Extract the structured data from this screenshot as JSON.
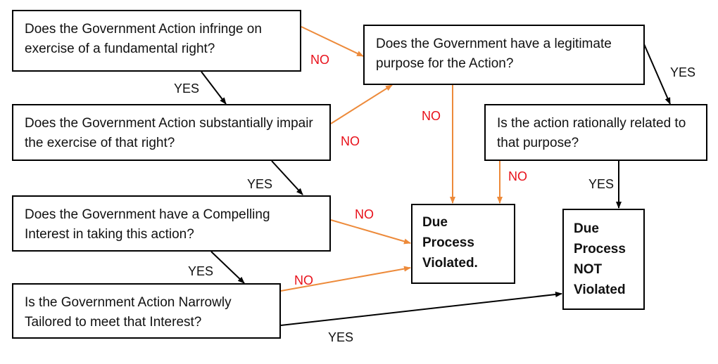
{
  "questions": {
    "q1": "Does the Government Action infringe on exercise of a fundamental right?",
    "q2": "Does the Government Action substantially impair the exercise of that right?",
    "q3": "Does the Government have a Compelling Interest in taking this action?",
    "q4": "Is the Government Action Narrowly Tailored to meet that Interest?",
    "q5": "Does the Government have a legitimate purpose for the Action?",
    "q6": "Is the action rationally related to that purpose?"
  },
  "outcomes": {
    "violated": "Due Process Violated.",
    "not_violated": "Due Process NOT Violated"
  },
  "edge_labels": {
    "yes": "YES",
    "no": "NO"
  },
  "colors": {
    "yes_arrow": "#000000",
    "no_arrow": "#ed8a3a",
    "no_label": "#e8101a",
    "box_border": "#000000"
  }
}
